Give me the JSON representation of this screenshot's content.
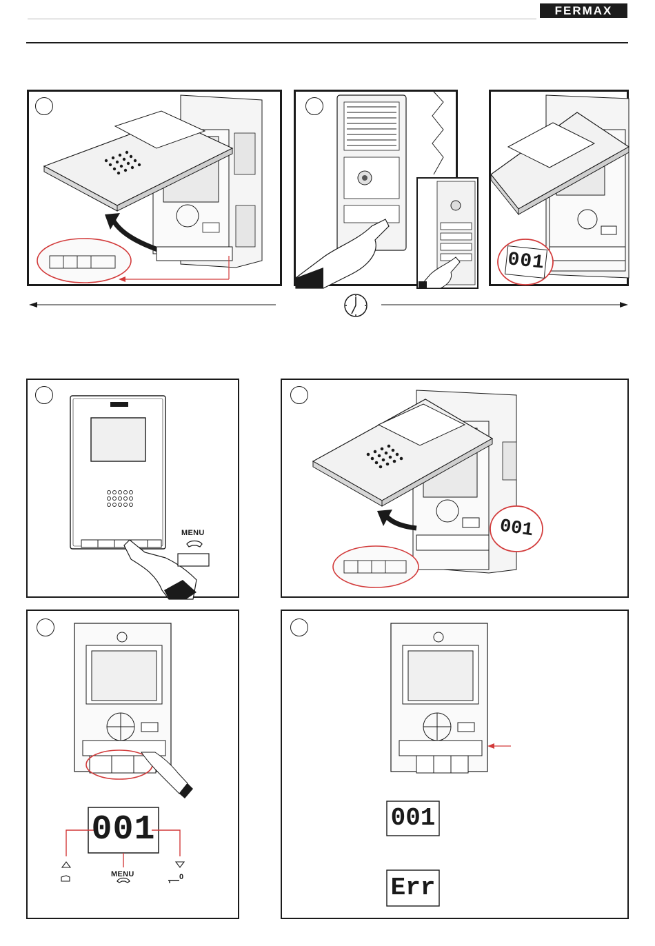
{
  "header": {
    "brand": "FERMAX"
  },
  "labels": {
    "menu_key": "MENU",
    "menu_keypad": "MENU"
  },
  "displays": {
    "code_default": "001",
    "code_error": "Err"
  },
  "icons": {
    "timer": "clock-icon",
    "up": "triangle-up-icon",
    "down": "triangle-down-icon",
    "handset": "handset-icon",
    "door": "key-icon",
    "camera": "camera-icon"
  },
  "colors": {
    "highlight": "#d23a3a",
    "ink": "#1a1a1a",
    "panel_fill": "#f2f2f2"
  }
}
